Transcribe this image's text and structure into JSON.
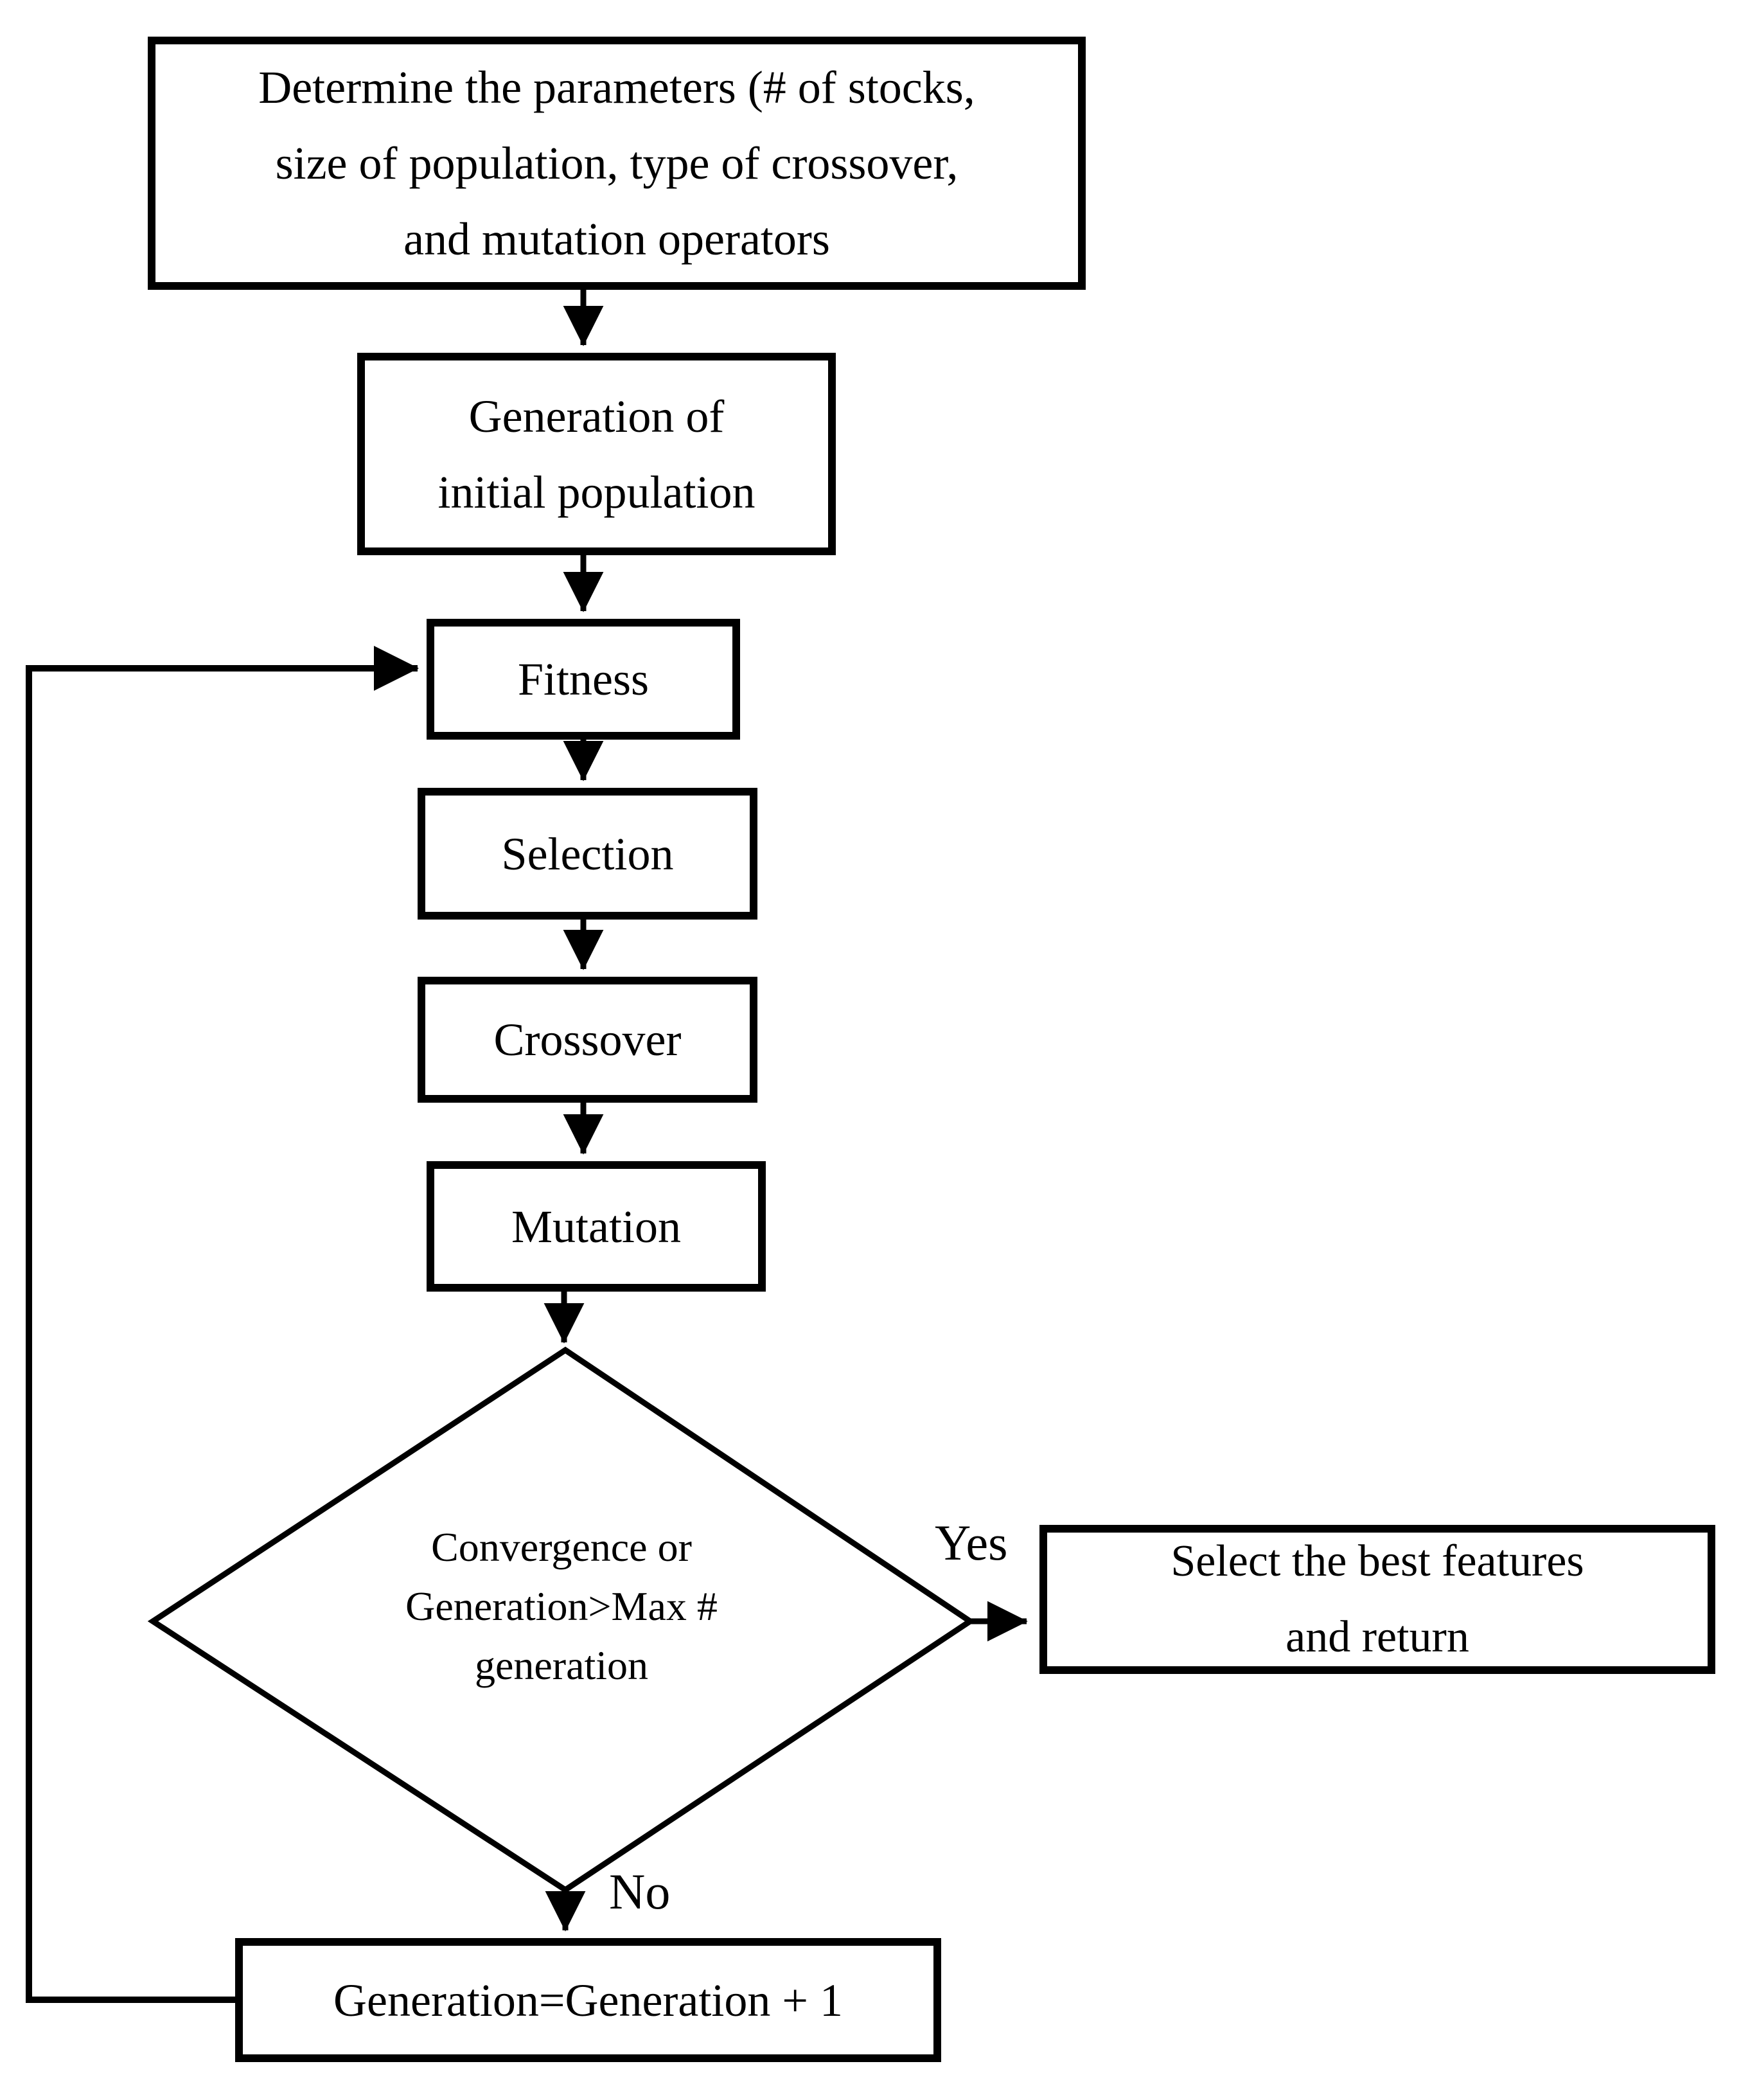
{
  "figure": {
    "type": "flowchart",
    "background_color": "#ffffff",
    "ink_color": "#000000"
  },
  "nodes": {
    "params": {
      "lines": [
        "Determine the parameters (# of stocks,",
        "size of population, type of crossover,",
        "and mutation operators"
      ]
    },
    "initpop": {
      "lines": [
        "Generation of",
        "initial population"
      ]
    },
    "fitness": {
      "label": "Fitness"
    },
    "selection": {
      "label": "Selection"
    },
    "crossover": {
      "label": "Crossover"
    },
    "mutation": {
      "label": "Mutation"
    },
    "decision": {
      "lines": [
        "Convergence or",
        "Generation>Max",
        "# generation"
      ]
    },
    "select_best": {
      "lines": [
        "Select the best features",
        "and return"
      ]
    },
    "increment": {
      "label": "Generation=Generation + 1"
    }
  },
  "edge_labels": {
    "yes": "Yes",
    "no": "No"
  }
}
